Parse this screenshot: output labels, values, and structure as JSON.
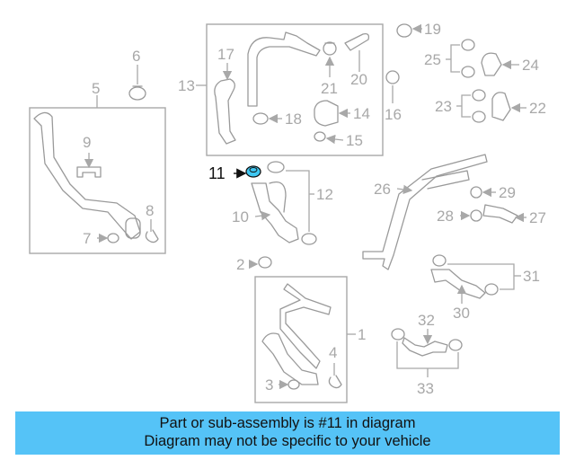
{
  "callouts": {
    "c1": "1",
    "c2": "2",
    "c3": "3",
    "c4": "4",
    "c5": "5",
    "c6": "6",
    "c7": "7",
    "c8": "8",
    "c9": "9",
    "c10": "10",
    "c11": "11",
    "c12": "12",
    "c13": "13",
    "c14": "14",
    "c15": "15",
    "c16": "16",
    "c17": "17",
    "c18": "18",
    "c19": "19",
    "c20": "20",
    "c21": "21",
    "c22": "22",
    "c23": "23",
    "c24": "24",
    "c25": "25",
    "c26": "26",
    "c27": "27",
    "c28": "28",
    "c29": "29",
    "c30": "30",
    "c31": "31",
    "c32": "32",
    "c33": "33"
  },
  "highlight": {
    "color": "#3fc7f2"
  },
  "banner": {
    "line1": "Part or sub-assembly is #11 in diagram",
    "line2": "Diagram may not be specific to your vehicle",
    "color": "#55c3f7"
  }
}
